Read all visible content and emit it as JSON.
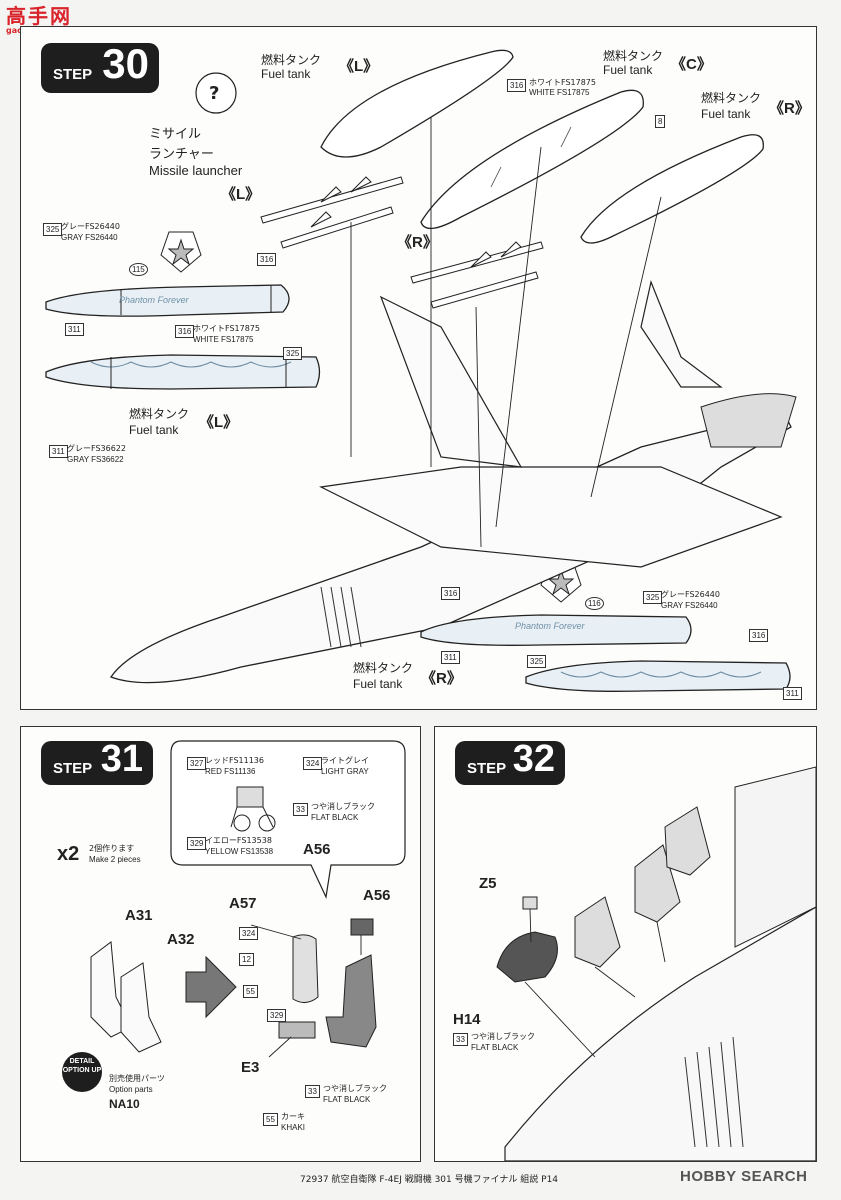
{
  "watermark": {
    "site": "高手网",
    "url": "gao.shou.com"
  },
  "step30": {
    "label": "STEP",
    "number": "30",
    "fuel_tank_L_top": {
      "jp": "燃料タンク",
      "en": "Fuel tank",
      "mark": "《L》"
    },
    "fuel_tank_C": {
      "jp": "燃料タンク",
      "en": "Fuel tank",
      "mark": "《C》"
    },
    "fuel_tank_R_top": {
      "jp": "燃料タンク",
      "en": "Fuel tank",
      "mark": "《R》"
    },
    "white_note": {
      "code": "316",
      "jp": "ホワイトFS17875",
      "en": "WHITE FS17875"
    },
    "part8": "8",
    "missile": {
      "jp1": "ミサイル",
      "jp2": "ランチャー",
      "en": "Missile launcher",
      "mark_L": "《L》",
      "mark_R": "《R》"
    },
    "gray_left": {
      "code": "325",
      "jp": "グレーFS26440",
      "en": "GRAY FS26440"
    },
    "decal_115": "115",
    "decal_316_left": "316",
    "code_311_left": "311",
    "white_left": {
      "code": "316",
      "jp": "ホワイトFS17875",
      "en": "WHITE FS17875"
    },
    "code_325_left2": "325",
    "fuel_tank_L_bottom": {
      "jp": "燃料タンク",
      "en": "Fuel tank",
      "mark": "《L》"
    },
    "gray36622": {
      "code": "311",
      "jp": "グレーFS36622",
      "en": "GRAY FS36622"
    },
    "code_316_right": "316",
    "decal_116": "116",
    "gray_right": {
      "code": "325",
      "jp": "グレーFS26440",
      "en": "GRAY FS26440"
    },
    "code_311_right": "311",
    "code_325_right": "325",
    "code_316_right2": "316",
    "code_311_right2": "311",
    "fuel_tank_R_bottom": {
      "jp": "燃料タンク",
      "en": "Fuel tank",
      "mark": "《R》"
    },
    "phantom_text": "Phantom Forever"
  },
  "step31": {
    "label": "STEP",
    "number": "31",
    "x2": "x2",
    "make2_jp": "2個作ります",
    "make2_en": "Make 2 pieces",
    "red": {
      "code": "327",
      "jp": "レッドFS11136",
      "en": "RED FS11136"
    },
    "lightgray": {
      "code": "324",
      "jp": "ライトグレイ",
      "en": "LIGHT GRAY"
    },
    "flatblack_top": {
      "code": "33",
      "jp": "つや消しブラック",
      "en": "FLAT BLACK"
    },
    "yellow": {
      "code": "329",
      "jp": "イエローFS13538",
      "en": "YELLOW FS13538"
    },
    "a56_bubble": "A56",
    "a31": "A31",
    "a32": "A32",
    "a57": "A57",
    "a56": "A56",
    "e3": "E3",
    "c324": "324",
    "c12": "12",
    "c55": "55",
    "c329": "329",
    "flatblack_bottom": {
      "code": "33",
      "jp": "つや消しブラック",
      "en": "FLAT BLACK"
    },
    "khaki": {
      "code": "55",
      "jp": "カーキ",
      "en": "KHAKI"
    },
    "detail_badge": "DETAIL OPTION UP",
    "option_jp": "別売使用パーツ",
    "option_en": "Option parts",
    "option_part": "NA10"
  },
  "step32": {
    "label": "STEP",
    "number": "32",
    "z5": "Z5",
    "h14": "H14",
    "flatblack": {
      "code": "33",
      "jp": "つや消しブラック",
      "en": "FLAT BLACK"
    }
  },
  "footer": {
    "text": "72937 航空自衛隊 F-4EJ 戦闘機 301 号機ファイナル 組説 P14",
    "brand": "HOBBY SEARCH"
  }
}
